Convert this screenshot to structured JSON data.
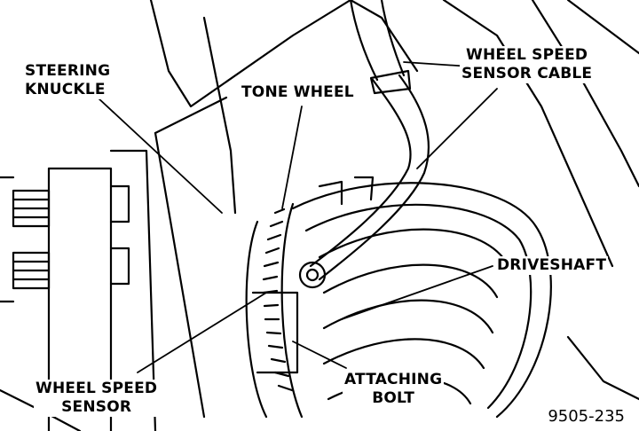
{
  "figure_number": "9505-235",
  "callouts": {
    "steering_knuckle": [
      "STEERING",
      "KNUCKLE"
    ],
    "tone_wheel": [
      "TONE WHEEL"
    ],
    "wheel_speed_sensor_cable": [
      "WHEEL SPEED",
      "SENSOR CABLE"
    ],
    "driveshaft": [
      "DRIVESHAFT"
    ],
    "wheel_speed_sensor": [
      "WHEEL SPEED",
      "SENSOR"
    ],
    "attaching_bolt": [
      "ATTACHING",
      "BOLT"
    ]
  },
  "colors": {
    "ink": "#000000",
    "paper": "#ffffff"
  }
}
